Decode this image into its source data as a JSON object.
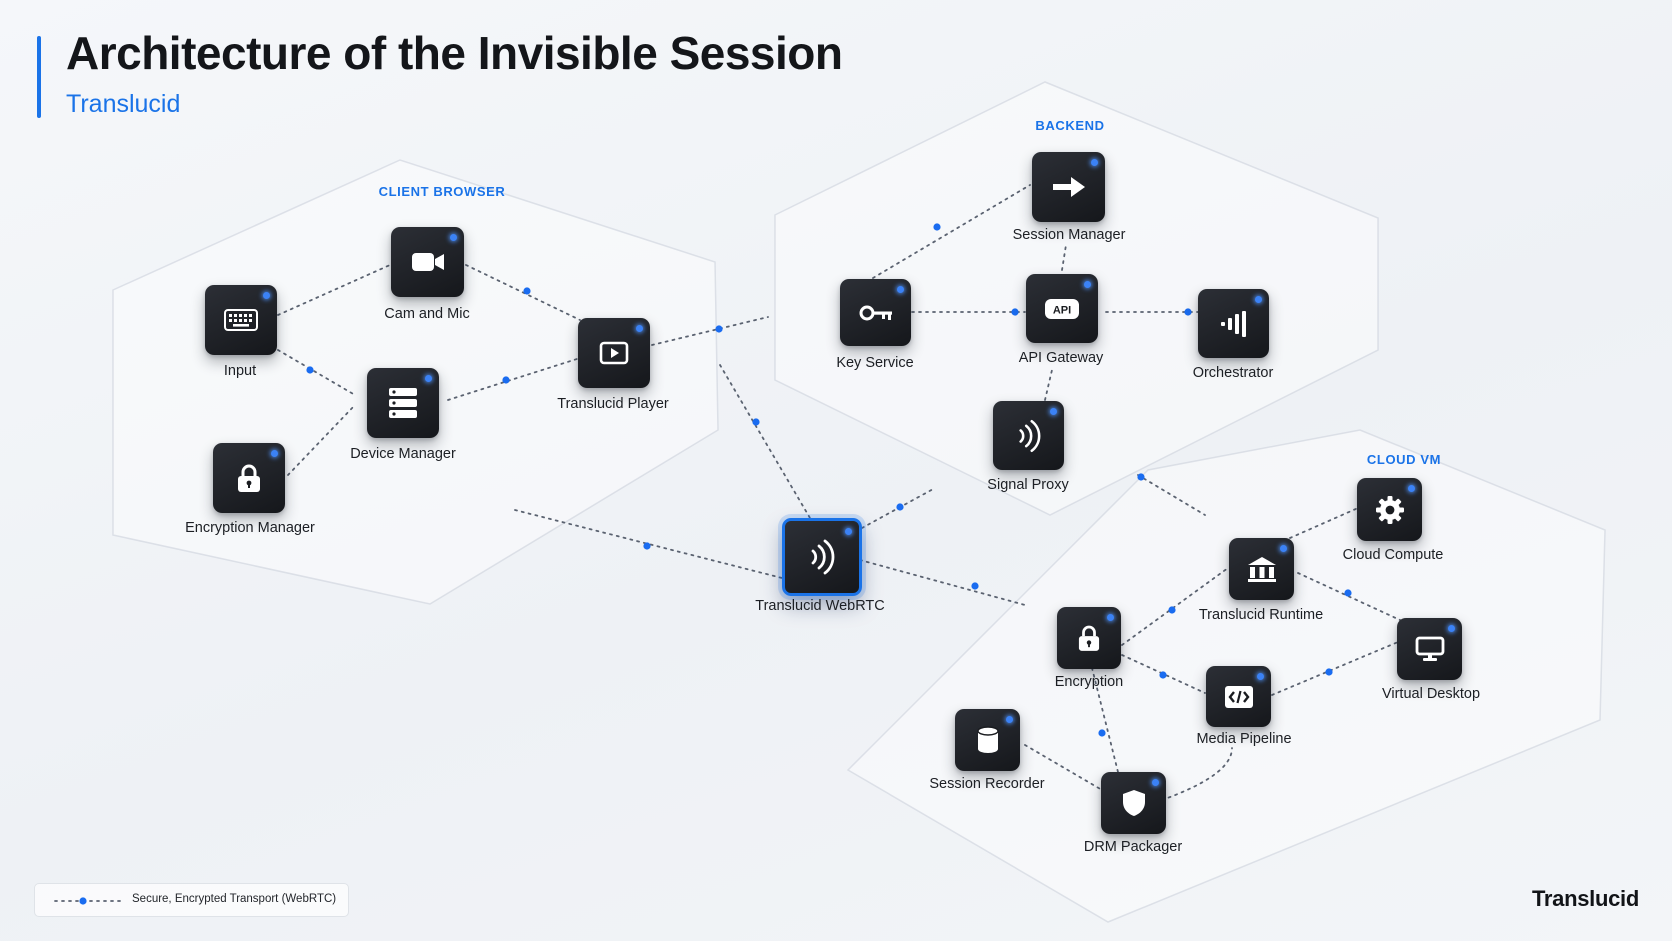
{
  "header": {
    "title": "Architecture of the Invisible Session",
    "subtitle": "Translucid"
  },
  "regions": {
    "client": "CLIENT BROWSER",
    "backend": "BACKEND",
    "cloud": "CLOUD VM"
  },
  "nodes": {
    "input": {
      "label": "Input",
      "icon": "keyboard-icon"
    },
    "cam": {
      "label": "Cam and Mic",
      "icon": "video-camera-icon"
    },
    "device": {
      "label": "Device Manager",
      "icon": "server-stack-icon"
    },
    "enc_mgr": {
      "label": "Encryption Manager",
      "icon": "lock-icon"
    },
    "player": {
      "label": "Translucid Player",
      "icon": "play-window-icon"
    },
    "webrtc": {
      "label": "Translucid WebRTC",
      "icon": "signal-waves-icon"
    },
    "session_mgr": {
      "label": "Session Manager",
      "icon": "arrow-right-icon"
    },
    "key": {
      "label": "Key Service",
      "icon": "key-icon"
    },
    "api": {
      "label": "API Gateway",
      "icon": "api-badge-icon",
      "badge": "API"
    },
    "orch": {
      "label": "Orchestrator",
      "icon": "bars-signal-icon"
    },
    "signal": {
      "label": "Signal Proxy",
      "icon": "signal-waves-icon"
    },
    "cloud_compute": {
      "label": "Cloud Compute",
      "icon": "gear-icon"
    },
    "runtime": {
      "label": "Translucid Runtime",
      "icon": "bank-building-icon"
    },
    "encryption": {
      "label": "Encryption",
      "icon": "lock-icon"
    },
    "vdesk": {
      "label": "Virtual Desktop",
      "icon": "monitor-icon"
    },
    "media": {
      "label": "Media Pipeline",
      "icon": "code-brackets-icon"
    },
    "recorder": {
      "label": "Session Recorder",
      "icon": "database-icon"
    },
    "drm": {
      "label": "DRM Packager",
      "icon": "shield-icon"
    }
  },
  "legend": {
    "label": "Secure, Encrypted Transport (WebRTC)"
  },
  "brand": {
    "name": "Translucid"
  },
  "colors": {
    "accent": "#1a73e8",
    "node_bg": "#1c1e22",
    "status_dot": "#3b82f6",
    "link": "#5a6270"
  }
}
